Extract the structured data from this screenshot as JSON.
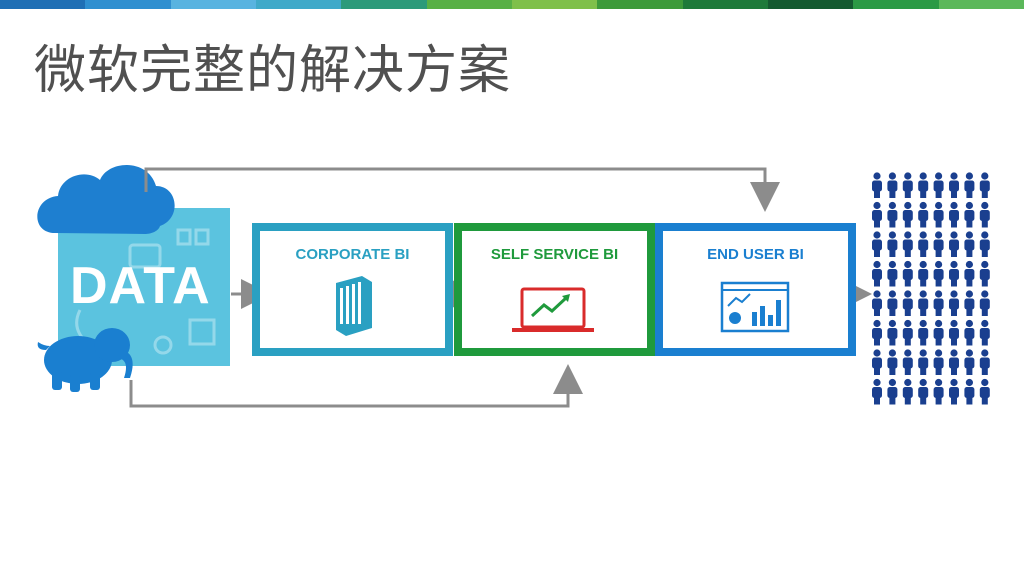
{
  "title": "微软完整的解决方案",
  "colors": {
    "data_panel": "#5bc3df",
    "cloud": "#1e7fd0",
    "corporate": "#2aa0c2",
    "self_service": "#1f9a3c",
    "end_user": "#1a7fd0",
    "people": "#1a3f8f",
    "arrow": "#8c8c8c",
    "laptop": "#d92b2b"
  },
  "topbar_colors": [
    "#1f6fb5",
    "#2f8fd0",
    "#58b3e0",
    "#3fa9c9",
    "#2c9a7a",
    "#58b045",
    "#7fc04a",
    "#3d9a3a",
    "#1e7a3a",
    "#145a30",
    "#2b9a45",
    "#5bb85a"
  ],
  "source": {
    "label": "DATA",
    "cloud_icon": "cloud-icon",
    "elephant_icon": "hadoop-elephant-icon"
  },
  "stages": [
    {
      "label": "CORPORATE BI",
      "icon": "building-icon"
    },
    {
      "label": "SELF SERVICE BI",
      "icon": "laptop-chart-icon"
    },
    {
      "label": "END USER BI",
      "icon": "dashboard-icon"
    }
  ],
  "audience": {
    "icon": "people-icon",
    "rows": 8,
    "cols": 8
  }
}
